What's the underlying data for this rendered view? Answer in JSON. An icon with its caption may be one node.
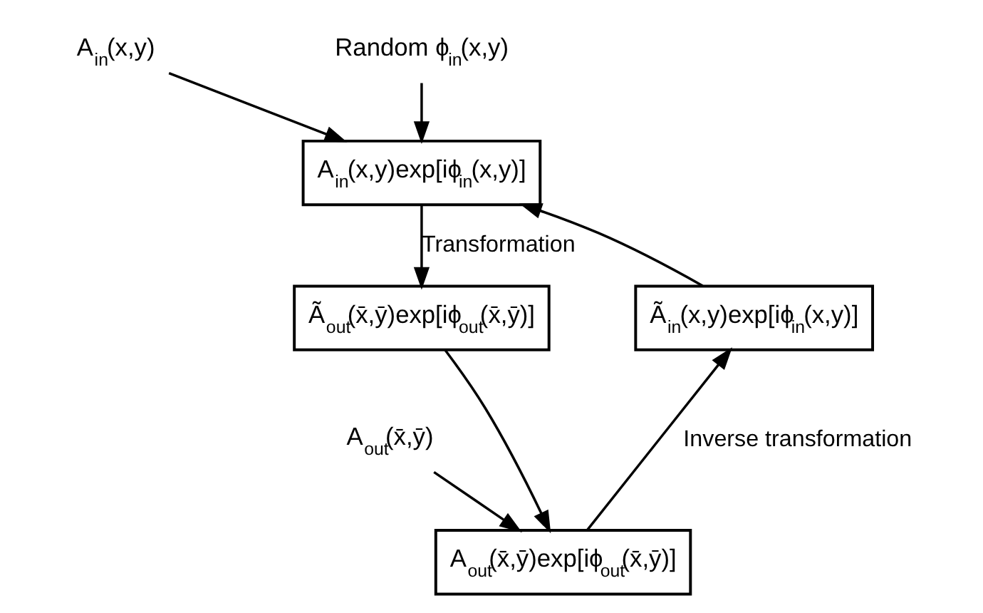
{
  "diagram": {
    "nodes": [
      {
        "text": [
          "Random ϕ$_{in}$(x,y)"
        ]
      },
      {
        "text": [
          "A$_{in}$(x,y)"
        ]
      },
      {
        "text": [
          "A$_{in}$(x,y)exp[iϕ$_{in}$(x,y)]"
        ]
      },
      {
        "text": [
          "Ã$_{out}$(x̄,ȳ)exp[iϕ$_{out}$(x̄,ȳ)]"
        ]
      },
      {
        "text": [
          "A$_{out}$(x̄,ȳ)"
        ]
      },
      {
        "text": [
          "A$_{out}$(x̄,ȳ)exp[iϕ$_{out}$(x̄,ȳ)]"
        ]
      },
      {
        "text": [
          "Ã$_{in}$(x,y)exp[iϕ$_{in}$(x,y)]"
        ]
      }
    ],
    "edges": [
      {
        "from": 0,
        "to": 2,
        "arrow": "to"
      },
      {
        "from": 1,
        "to": 2,
        "arrow": "to"
      },
      {
        "from": 6,
        "to": 2,
        "arrow": "to"
      },
      {
        "from": 2,
        "to": 3,
        "arrow": "to",
        "label": "Transformation"
      },
      {
        "from": 4,
        "to": 5,
        "arrow": "to"
      },
      {
        "from": 3,
        "to": 5,
        "arrow": "to"
      },
      {
        "from": 5,
        "to": 6,
        "arrow": "to",
        "label": "Inverse transformation"
      }
    ]
  }
}
